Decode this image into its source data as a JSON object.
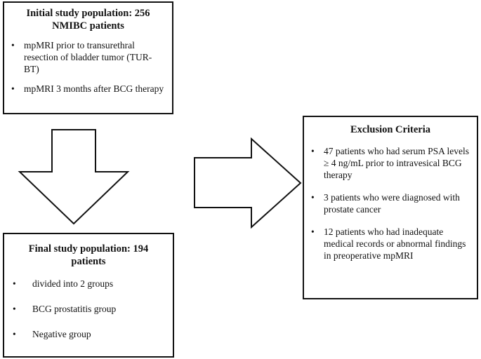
{
  "initial": {
    "title_line1": "Initial study population: 256",
    "title_line2": "NMIBC patients",
    "items": [
      "mpMRI prior to transurethral resection of bladder tumor (TUR-BT)",
      "mpMRI 3 months after BCG therapy"
    ]
  },
  "exclusion": {
    "title": "Exclusion Criteria",
    "items": [
      "47 patients who had serum PSA levels ≥ 4 ng/mL prior to intravesical BCG therapy",
      "3 patients who were diagnosed with prostate cancer",
      "12 patients who had inadequate medical records or abnormal findings in preoperative mpMRI"
    ]
  },
  "final": {
    "title_line1": "Final study population: 194",
    "title_line2": "patients",
    "items": [
      "divided into 2 groups",
      "BCG prostatitis group",
      "Negative group"
    ]
  },
  "bullet_char": "•"
}
